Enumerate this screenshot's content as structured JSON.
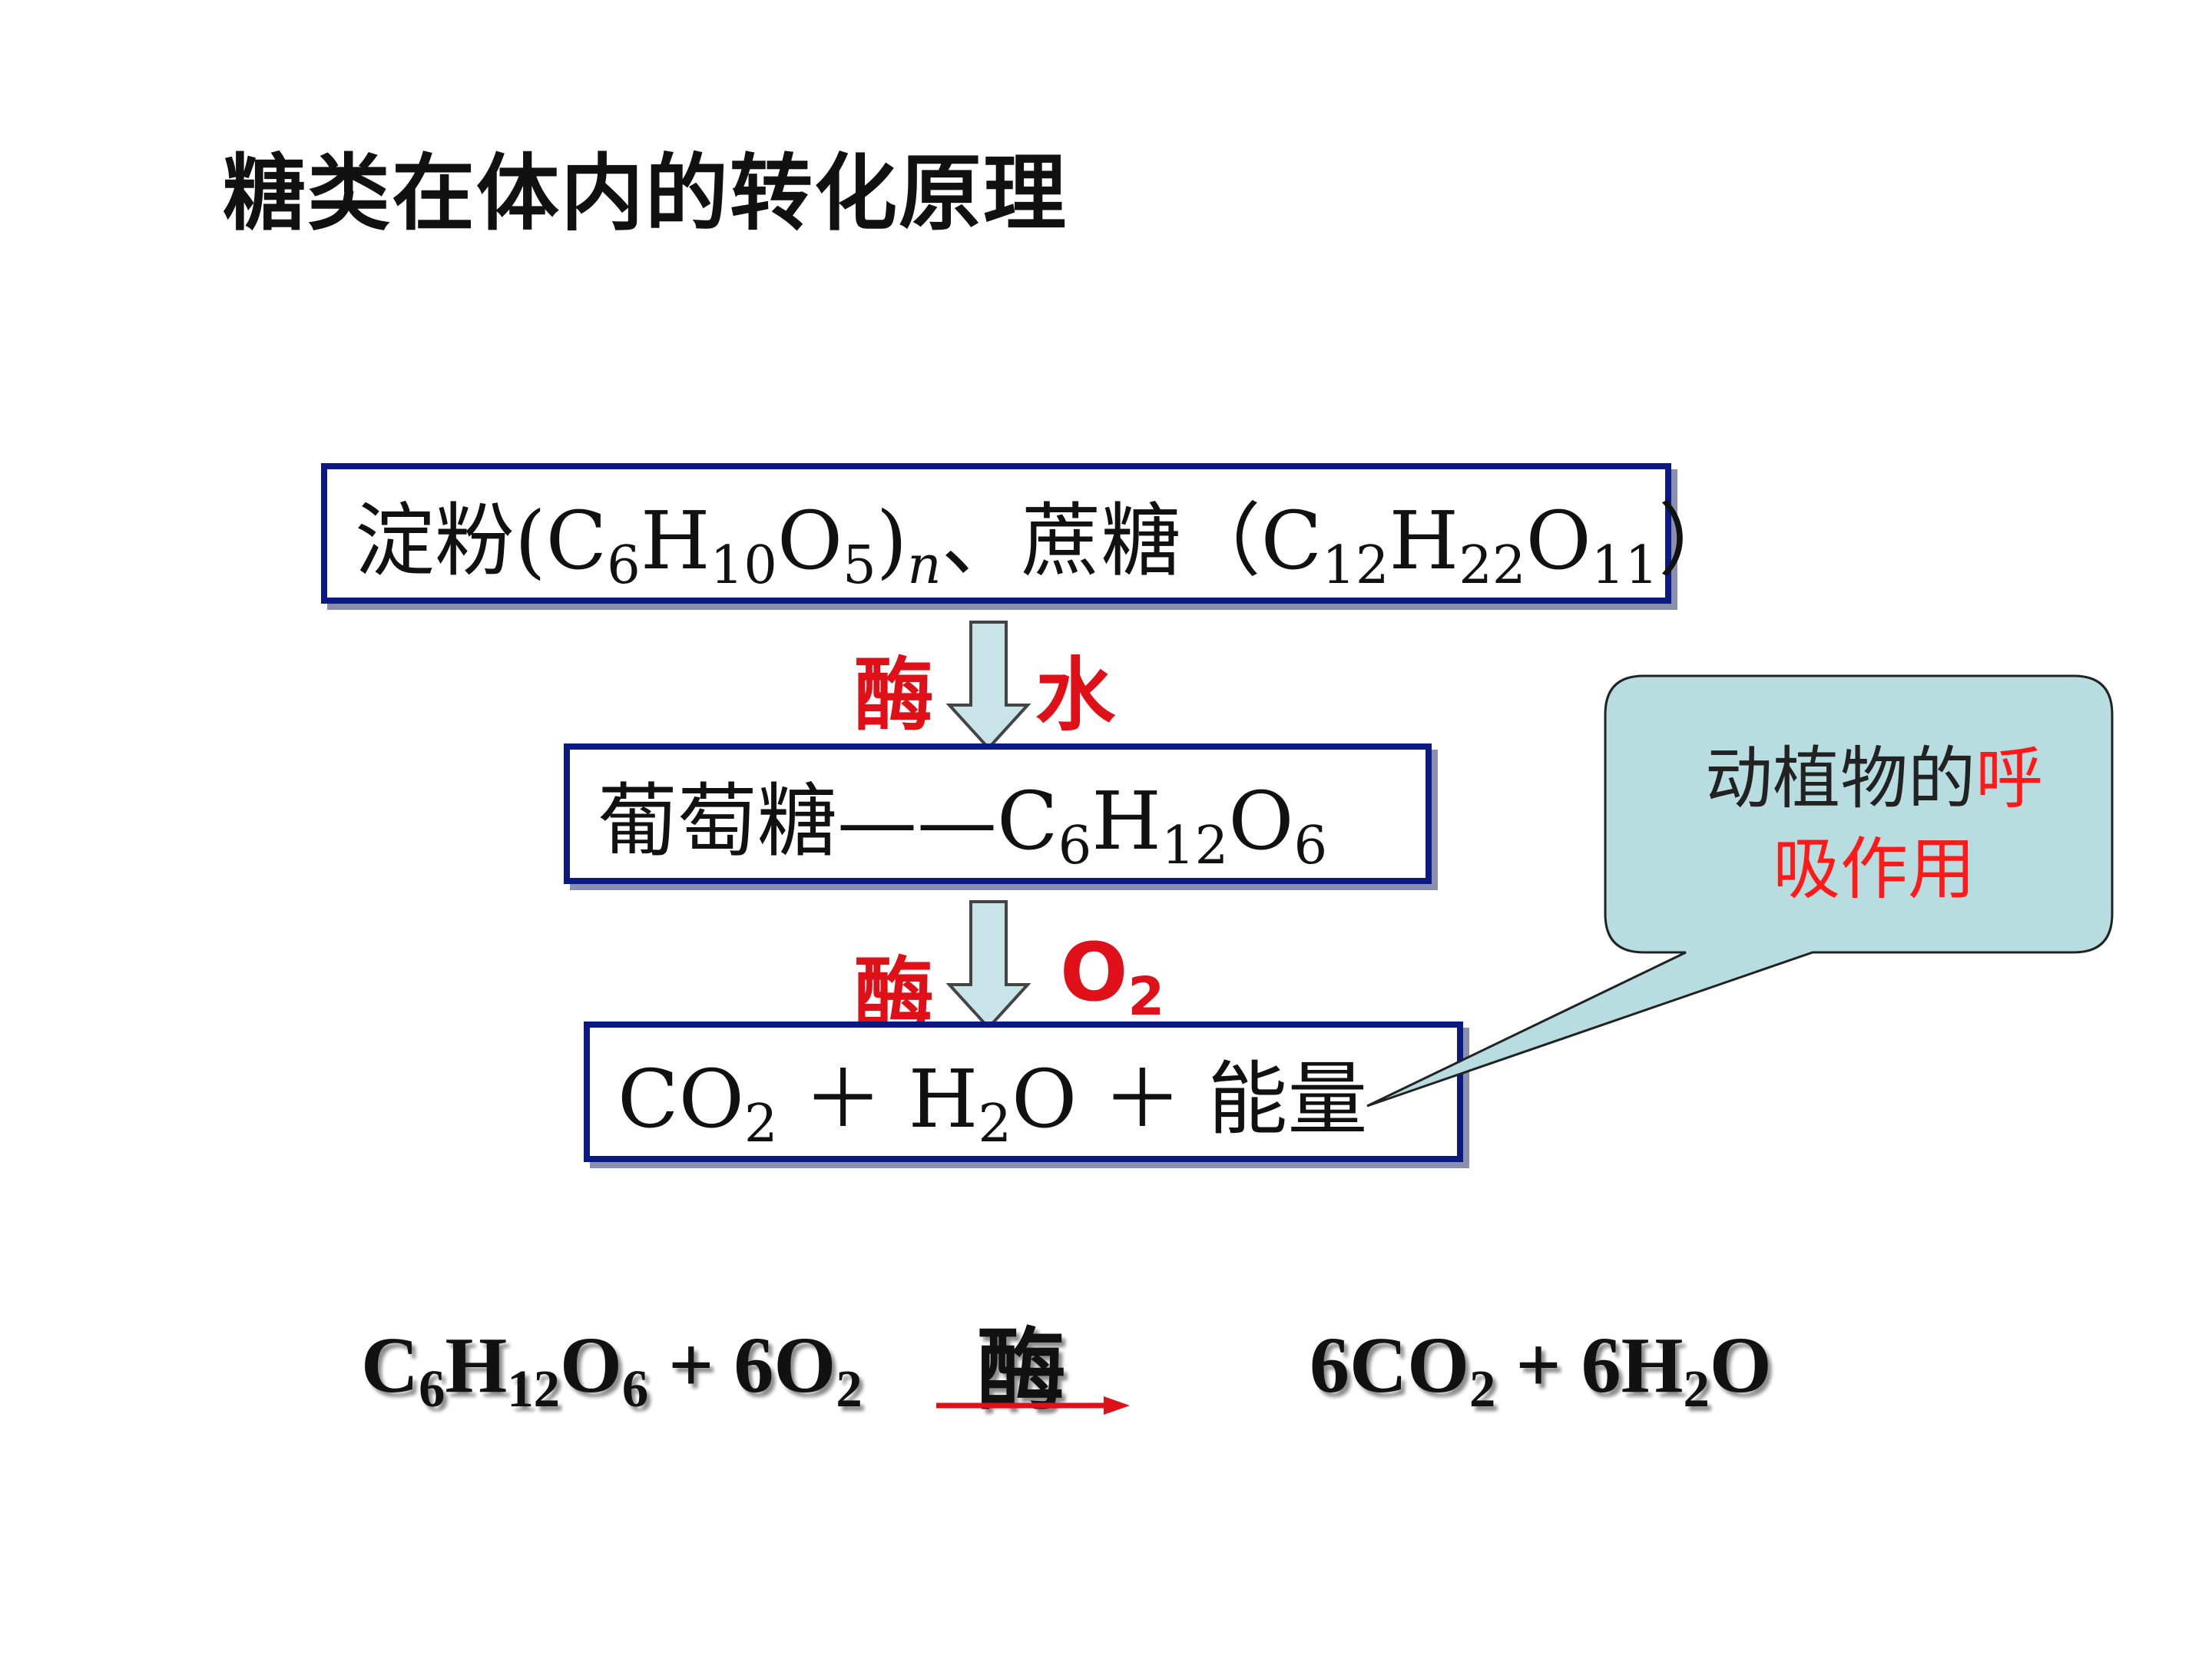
{
  "title": "糖类在体内的转化原理",
  "boxes": {
    "b1": {
      "text1": "淀粉(C",
      "sub1": "6",
      "text2": "H",
      "sub2": "10",
      "text3": "O",
      "sub3": "5",
      "text4": ")",
      "sub_n": "n",
      "text5": "、蔗糖（C",
      "sub4": "12",
      "text6": "H",
      "sub5": "22",
      "text7": "O",
      "sub6": "11",
      "text8": "）"
    },
    "b2": {
      "text1": "葡萄糖——C",
      "sub1": "6",
      "text2": "H",
      "sub2": "12",
      "text3": "O",
      "sub3": "6"
    },
    "b3": {
      "text1": "CO",
      "sub1": "2",
      "text2": " ＋ H",
      "sub2": "2",
      "text3": "O ＋ 能量"
    }
  },
  "arrow_labels": {
    "enzyme1": "酶",
    "water": "水",
    "enzyme2": "酶",
    "o2_text": "O",
    "o2_sub": "2"
  },
  "callout": {
    "text_plain": "动植物的",
    "text_highlight1": "呼",
    "text_highlight2": "吸作用"
  },
  "equation": {
    "left": {
      "t1": "C",
      "s1": "6",
      "t2": "H",
      "s2": "12",
      "t3": "O",
      "s3": "6",
      "t4": " + 6O",
      "s4": "2"
    },
    "enzyme": "酶",
    "right": {
      "t1": "6CO",
      "s1": "2",
      "t2": " + 6H",
      "s2": "2",
      "t3": "O"
    }
  },
  "colors": {
    "box_border": "#0b1a80",
    "label_red": "#e01018",
    "callout_fill": "#b7dde1",
    "arrow_fill": "#c9e4e8",
    "reaction_arrow": "#e01018"
  }
}
